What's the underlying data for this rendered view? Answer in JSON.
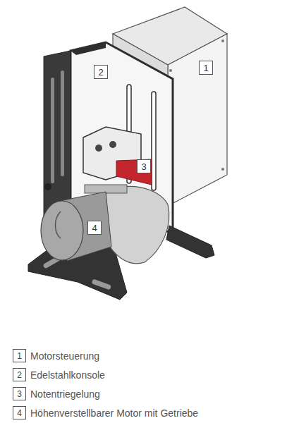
{
  "diagram": {
    "nodes": [
      {
        "text": [
          "1"
        ]
      },
      {
        "text": [
          "2"
        ]
      },
      {
        "text": [
          "3"
        ]
      },
      {
        "text": [
          "4"
        ]
      },
      {
        "text": [
          "1",
          "Motorsteuerung"
        ]
      },
      {
        "text": [
          "2",
          "Edelstahlkonsole"
        ]
      },
      {
        "text": [
          "3",
          "Notentriegelung"
        ]
      },
      {
        "text": [
          "4",
          "Höhenverstellbarer Motor mit Getriebe"
        ]
      }
    ]
  }
}
